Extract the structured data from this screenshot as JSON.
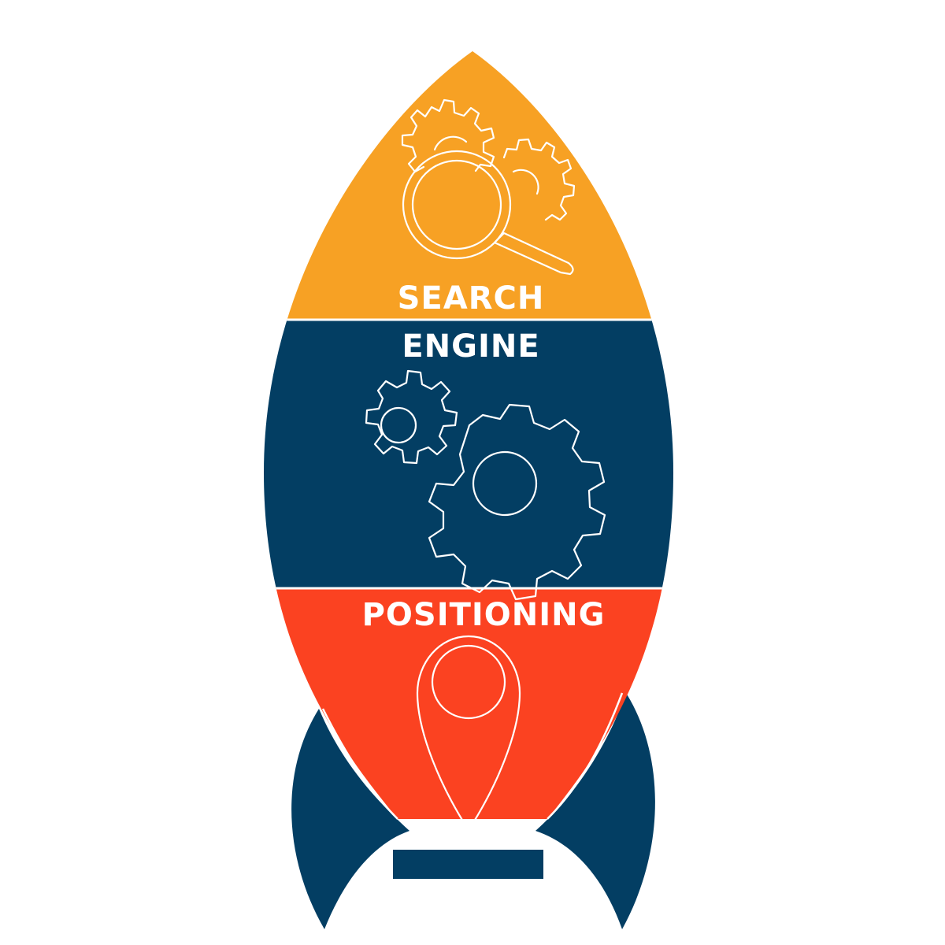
{
  "colors": {
    "background": "#ffffff",
    "nose": "#F7A124",
    "body": "#033E63",
    "bottom": "#FB4221",
    "fins": "#033E63",
    "outline": "#ffffff"
  },
  "sections": {
    "top": {
      "label": "SEARCH",
      "icon": "magnifier-gears-icon"
    },
    "middle": {
      "label": "ENGINE",
      "icon": "gears-icon"
    },
    "bottom": {
      "label": "POSITIONING",
      "icon": "location-pin-icon"
    }
  }
}
